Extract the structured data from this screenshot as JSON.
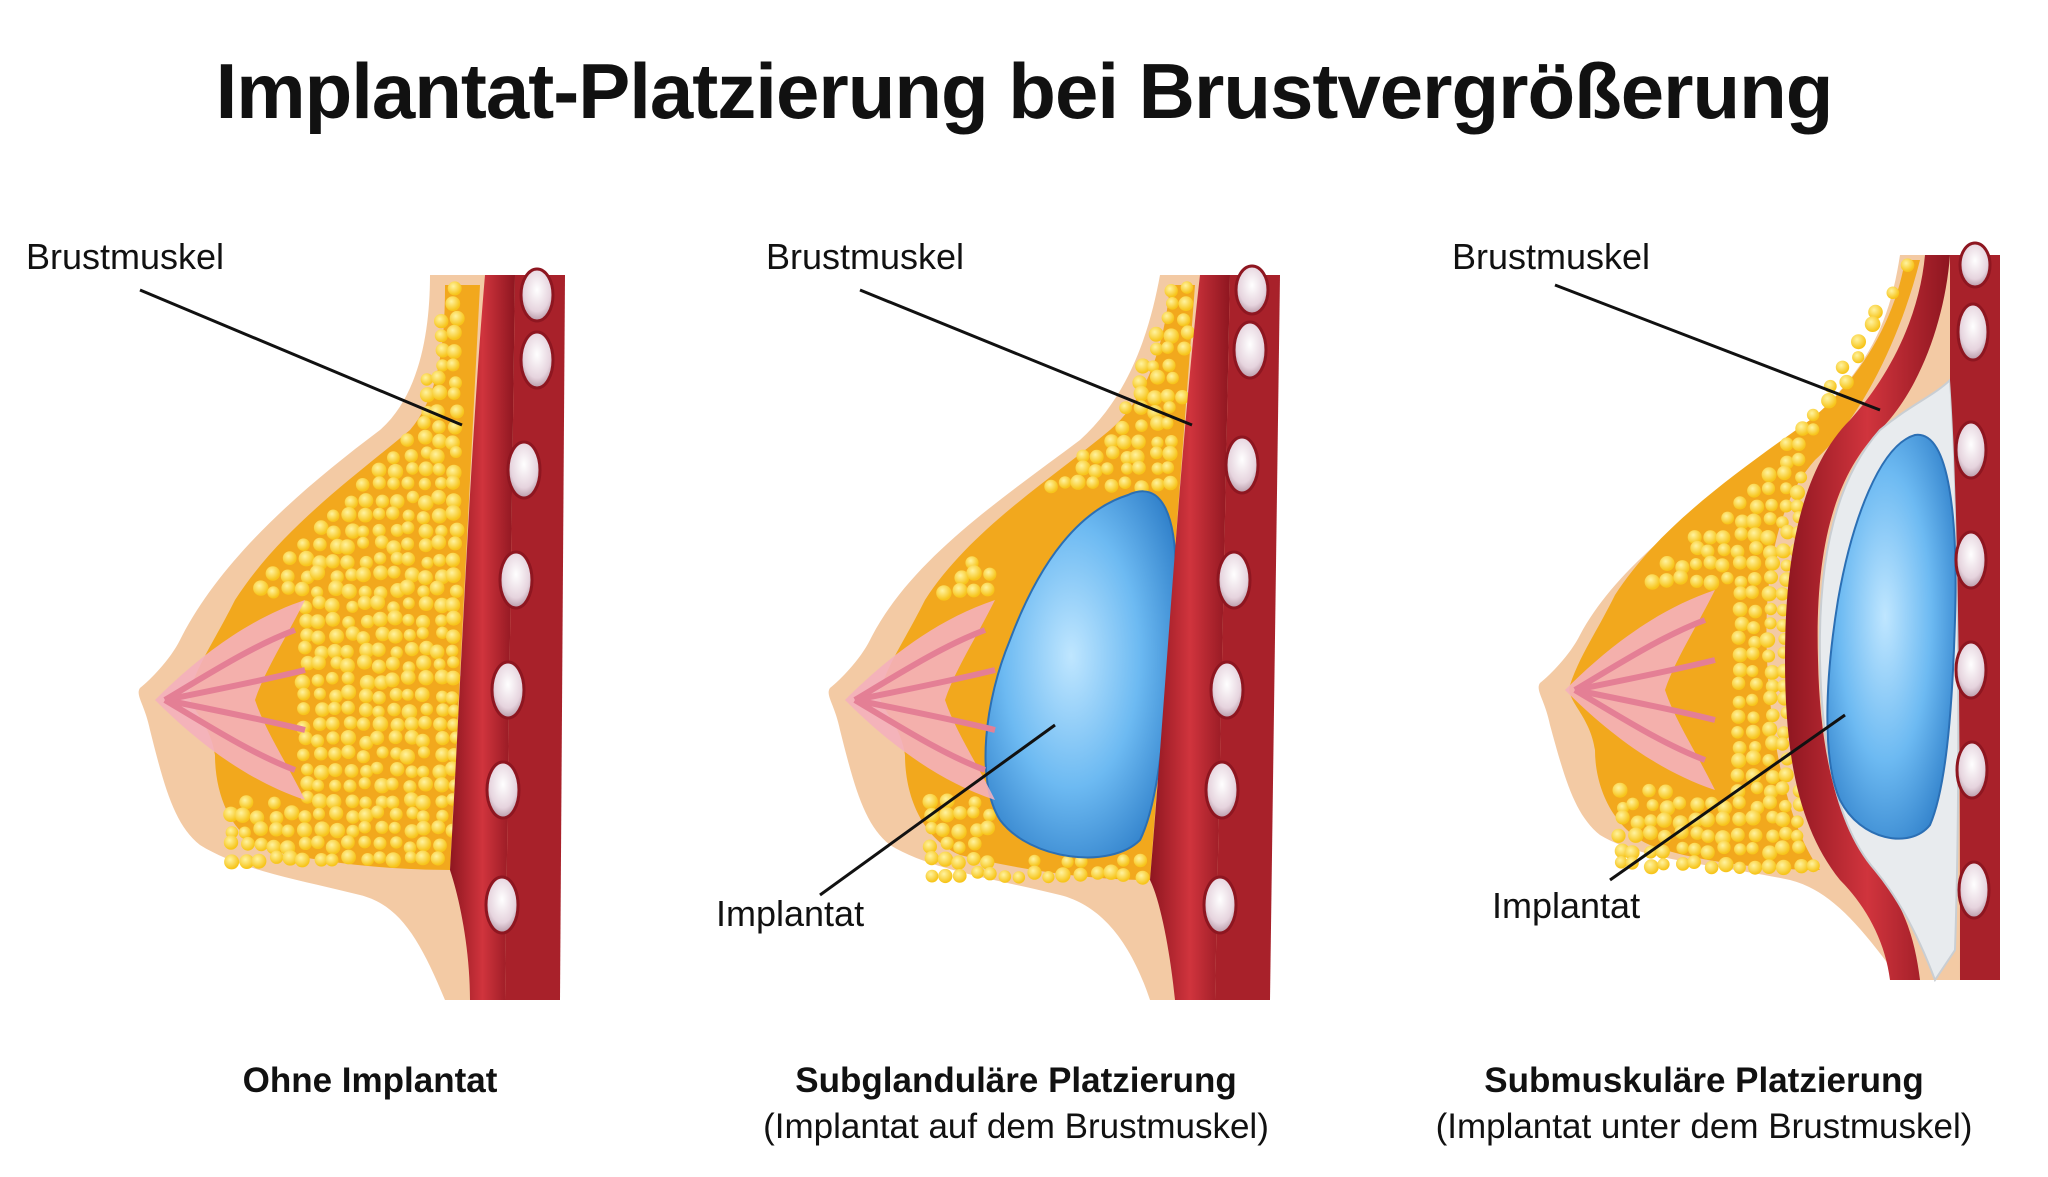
{
  "title": "Implantat-Platzierung bei Brustvergrößerung",
  "panels": [
    {
      "muscle_label": "Brustmuskel",
      "caption": "Ohne Implantat",
      "caption_sub": ""
    },
    {
      "muscle_label": "Brustmuskel",
      "implant_label": "Implantat",
      "caption": "Subglanduläre Platzierung",
      "caption_sub": "(Implantat auf dem Brustmuskel)"
    },
    {
      "muscle_label": "Brustmuskel",
      "implant_label": "Implantat",
      "caption": "Submuskuläre Platzierung",
      "caption_sub": "(Implantat unter dem Brustmuskel)"
    }
  ],
  "colors": {
    "skin": "#f3caa4",
    "fat": "#f2a81d",
    "fat_globule": "#fcd63b",
    "muscle": "#b3222c",
    "rib": "#e4d5dd",
    "implant": "#5fb2ef",
    "gland": "#f3b8c4"
  }
}
